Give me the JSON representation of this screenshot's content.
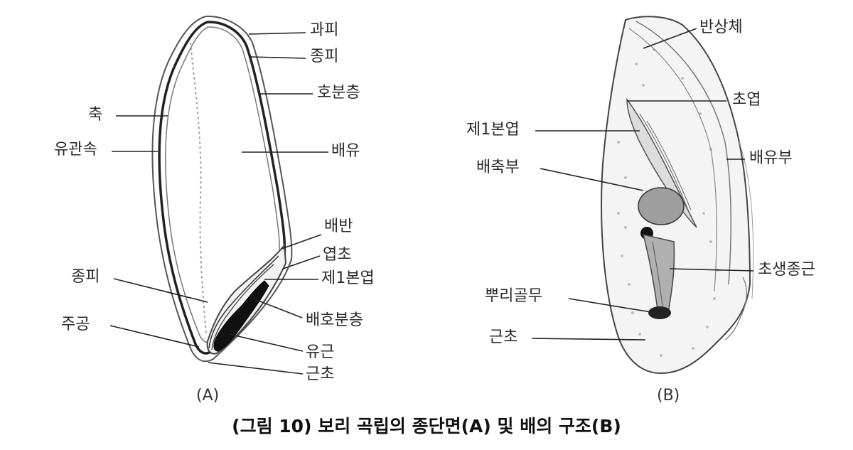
{
  "diagram_a": {
    "panel_label": "(A)",
    "labels": {
      "gwapi": "과피",
      "jongpi_top": "종피",
      "hobuncheung": "호분층",
      "chuk": "축",
      "yugwansok": "유관속",
      "baeyu": "배유",
      "baeban": "배반",
      "yeopcho": "엽초",
      "je1bonyeop": "제1본엽",
      "jongpi_left": "종피",
      "baehobuncheung": "배호분층",
      "jugong": "주공",
      "yugeun": "유근",
      "geuncho": "근초"
    }
  },
  "diagram_b": {
    "panel_label": "(B)",
    "labels": {
      "bansangche": "반상체",
      "choyeop": "초엽",
      "je1bonyeop": "제1본엽",
      "baeyubu": "배유부",
      "baechukbu": "배축부",
      "chosaengjonggeun": "초생종근",
      "purigolmu": "뿌리골무",
      "geuncho": "근초"
    }
  },
  "caption": "(그림 10) 보리 곡립의 종단면(A) 및 배의 구조(B)"
}
